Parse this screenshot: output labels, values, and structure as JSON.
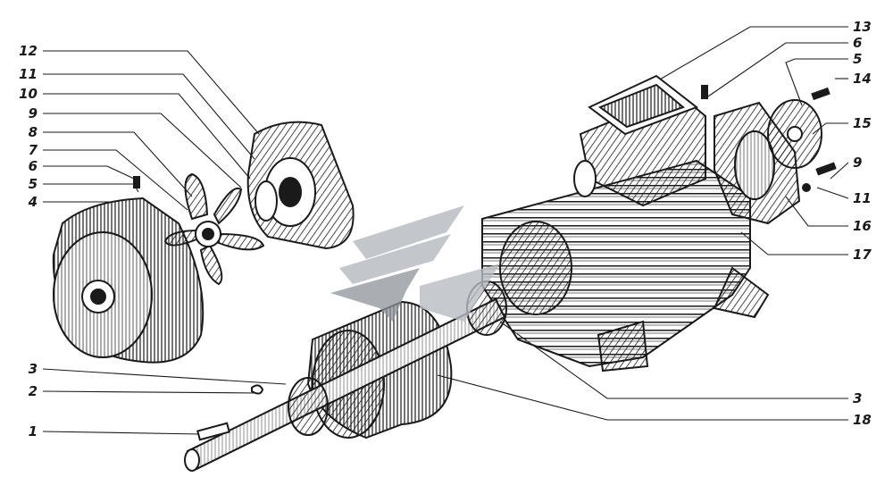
{
  "colors": {
    "ink": "#1a1a1a",
    "paper": "#ffffff",
    "watermark": "#b8bcc2",
    "watermark_dark": "#8e939a"
  },
  "callouts_left": [
    "12",
    "11",
    "10",
    "9",
    "8",
    "7",
    "6",
    "5",
    "4",
    "3",
    "2",
    "1"
  ],
  "callouts_right": [
    "13",
    "6",
    "5",
    "14",
    "15",
    "9",
    "11",
    "16",
    "17",
    "3",
    "18"
  ],
  "parts": [
    "fan-cover",
    "fan",
    "rear-bearing-shield",
    "rotor",
    "shaft",
    "stator-housing",
    "terminal-box",
    "front-bearing-shield",
    "bearing-cap"
  ],
  "watermark_icon": "stylized-g-logo"
}
